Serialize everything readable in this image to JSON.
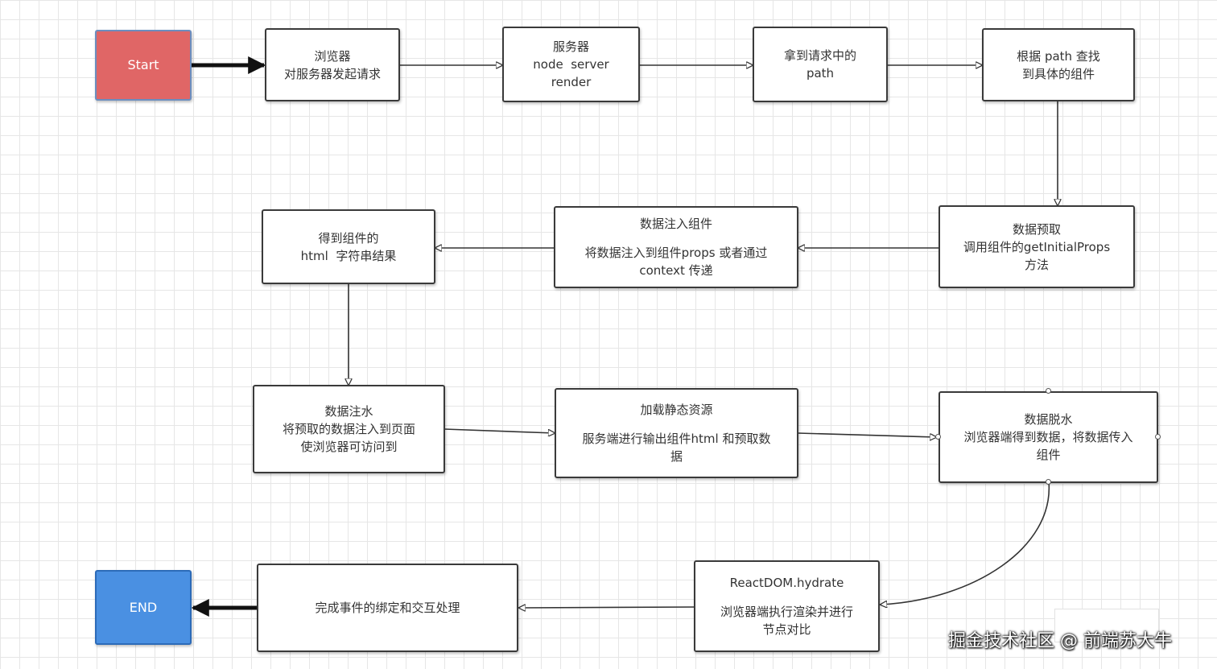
{
  "nodes": {
    "start": {
      "lines": [
        "Start"
      ]
    },
    "browser_request": {
      "lines": [
        "浏览器",
        "对服务器发起请求"
      ]
    },
    "server": {
      "lines": [
        "服务器",
        "node  server",
        "render"
      ]
    },
    "get_path": {
      "lines": [
        "拿到请求中的",
        "path"
      ]
    },
    "find_component": {
      "lines": [
        "根据 path 查找",
        "到具体的组件"
      ]
    },
    "data_prefetch": {
      "lines": [
        "数据预取",
        "调用组件的getInitialProps",
        "方法"
      ]
    },
    "data_inject": {
      "title": "数据注入组件",
      "lines": [
        "将数据注入到组件props 或者通过",
        "context 传递"
      ]
    },
    "html_result": {
      "lines": [
        "得到组件的",
        "html  字符串结果"
      ]
    },
    "data_water": {
      "lines": [
        "数据注水",
        "将预取的数据注入到页面",
        "使浏览器可访问到"
      ]
    },
    "static_assets": {
      "title": "加载静态资源",
      "lines": [
        "服务端进行输出组件html 和预取数",
        "据"
      ]
    },
    "data_dewater": {
      "lines": [
        "数据脱水",
        "浏览器端得到数据，将数据传入",
        "组件"
      ]
    },
    "hydrate": {
      "title": "ReactDOM.hydrate",
      "lines": [
        "浏览器端执行渲染并进行",
        "节点对比"
      ]
    },
    "bind_events": {
      "lines": [
        "完成事件的绑定和交互处理"
      ]
    },
    "end": {
      "lines": [
        "END"
      ]
    }
  },
  "colors": {
    "start_fill": "#e06666",
    "end_fill": "#4a90e2",
    "edge": "#333333"
  },
  "watermark": "掘金技术社区 @ 前端苏大牛"
}
